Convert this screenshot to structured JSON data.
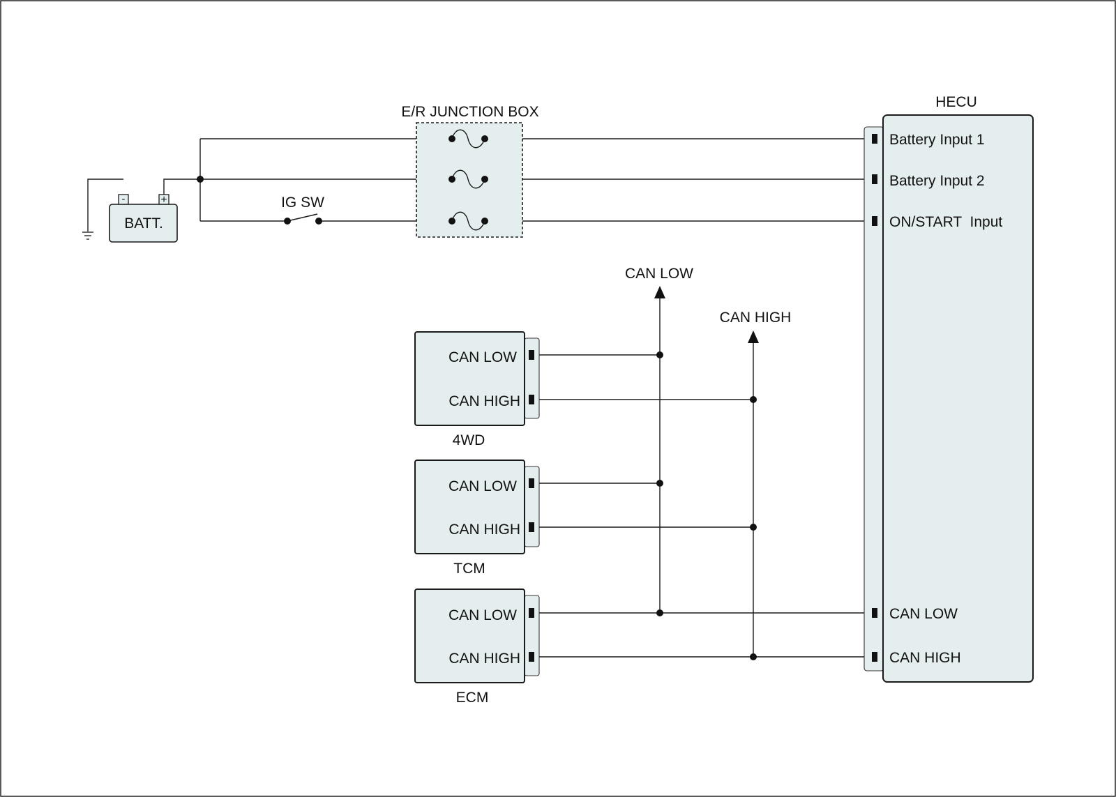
{
  "colors": {
    "box_fill": "#e5eeee",
    "line": "#1a1a1a",
    "background": "#ffffff"
  },
  "battery": {
    "label": "BATT.",
    "neg": "-",
    "pos": "+"
  },
  "ignition_switch": {
    "label": "IG SW"
  },
  "junction_box": {
    "label": "E/R JUNCTION BOX"
  },
  "hecu": {
    "title": "HECU",
    "pins": {
      "battery_input_1": "Battery Input 1",
      "battery_input_2": "Battery Input 2",
      "on_start_input": "ON/START  Input",
      "can_low": "CAN LOW",
      "can_high": "CAN HIGH"
    }
  },
  "bus": {
    "can_low": "CAN LOW",
    "can_high": "CAN HIGH"
  },
  "modules": [
    {
      "name": "4WD",
      "can_low": "CAN LOW",
      "can_high": "CAN HIGH"
    },
    {
      "name": "TCM",
      "can_low": "CAN LOW",
      "can_high": "CAN HIGH"
    },
    {
      "name": "ECM",
      "can_low": "CAN LOW",
      "can_high": "CAN HIGH"
    }
  ]
}
